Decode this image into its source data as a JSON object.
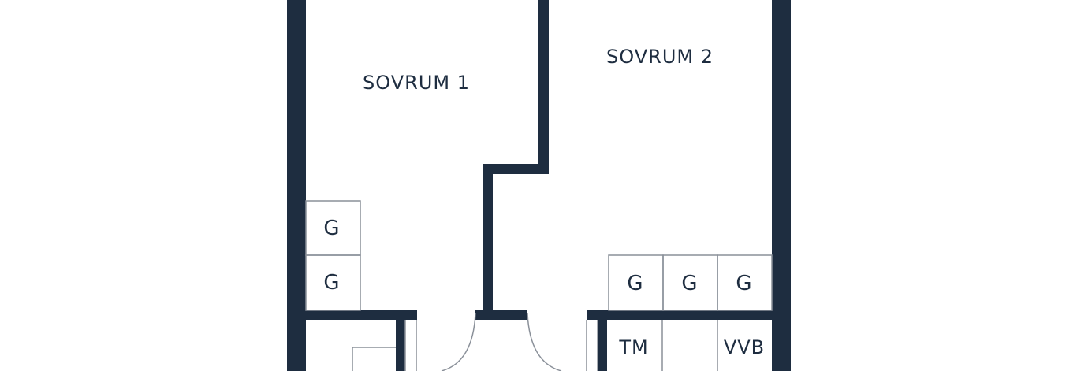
{
  "floor_plan": {
    "wall_color": "#1e2d40",
    "thin_line_color": "#8a9099",
    "background": "#ffffff",
    "rooms": [
      {
        "id": "sovrum-1",
        "label": "SOVRUM 1"
      },
      {
        "id": "sovrum-2",
        "label": "SOVRUM 2"
      }
    ],
    "closets_sovrum_1": [
      "G",
      "G"
    ],
    "closets_sovrum_2": [
      "G",
      "G",
      "G"
    ],
    "utility_cells": [
      "TM",
      "",
      "VVB"
    ]
  }
}
